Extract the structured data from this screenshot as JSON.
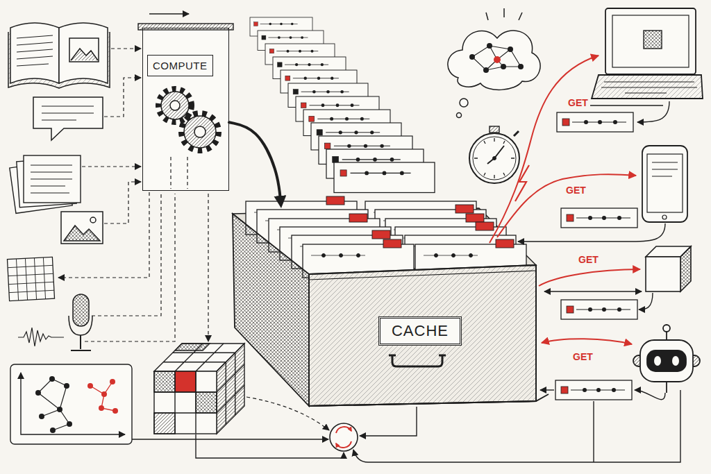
{
  "diagram": {
    "nodes": [
      {
        "text": [
          "COMPUTE"
        ]
      },
      {
        "text": [
          "CACHE"
        ]
      }
    ],
    "edges": [
      {
        "from": 0,
        "to": 1,
        "arrow": "to"
      }
    ],
    "labels": [
      "GET",
      "GET",
      "GET",
      "GET"
    ]
  }
}
